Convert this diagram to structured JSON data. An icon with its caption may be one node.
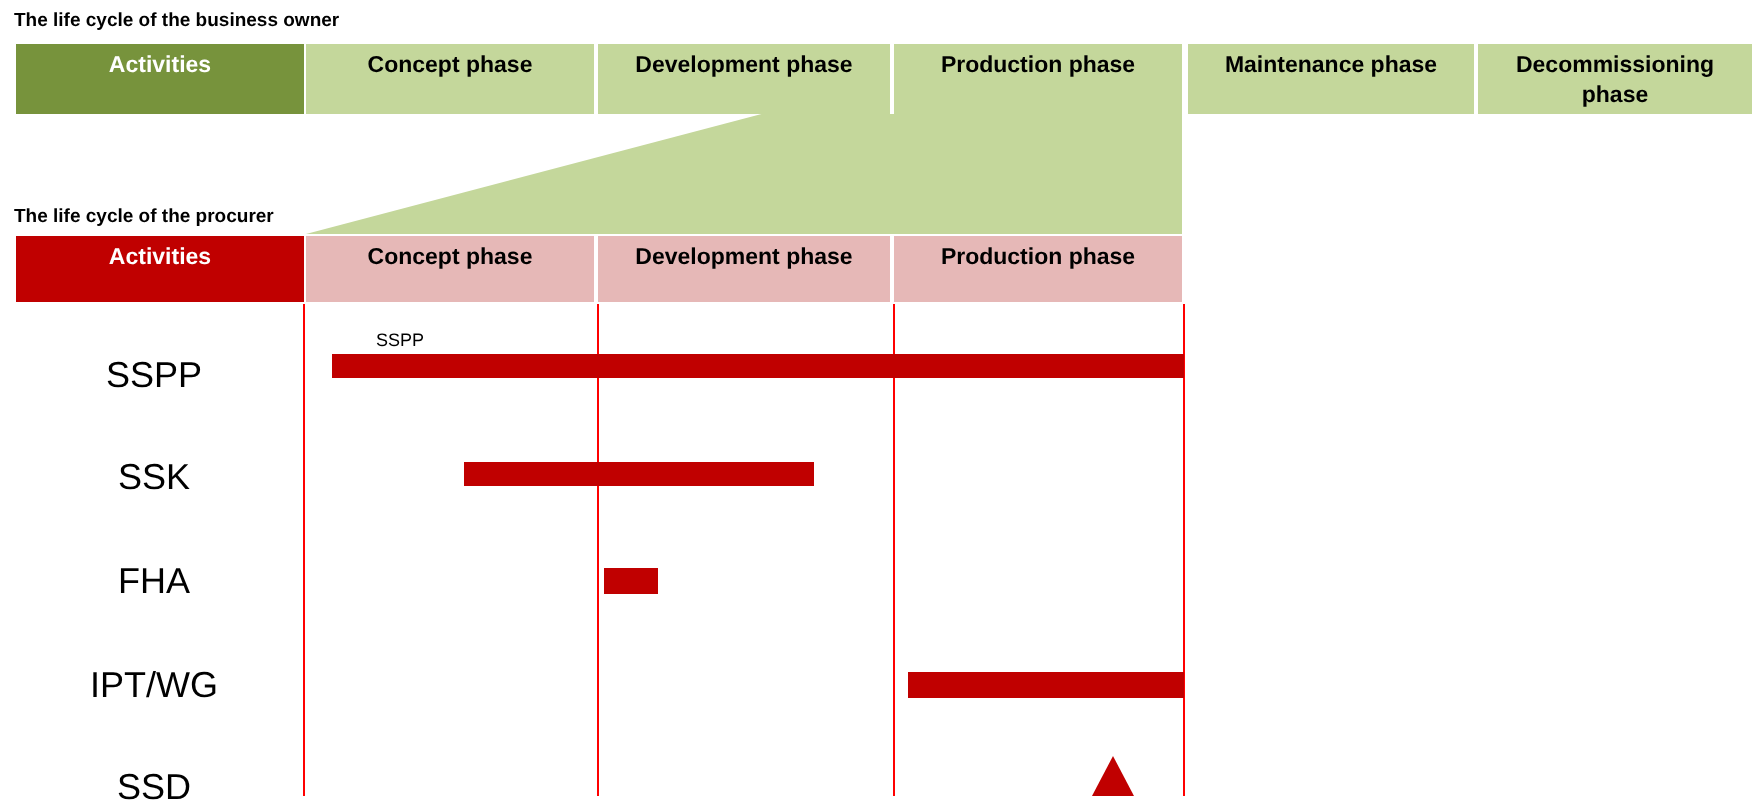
{
  "diagram": {
    "nodes": [
      {
        "text": [
          "Activities"
        ]
      },
      {
        "text": [
          "Concept phase"
        ]
      },
      {
        "text": [
          "Development phase"
        ]
      },
      {
        "text": [
          "Production phase"
        ]
      },
      {
        "text": [
          "Maintenance phase"
        ]
      },
      {
        "text": [
          "Decommissioning phase"
        ]
      },
      {
        "text": [],
        "shape": "wedge"
      },
      {
        "text": [
          "Activities"
        ]
      },
      {
        "text": [
          "Concept phase"
        ]
      },
      {
        "text": [
          "Development phase"
        ]
      },
      {
        "text": [
          "Production phase"
        ]
      },
      {
        "text": [],
        "shape": "bar"
      },
      {
        "text": [],
        "shape": "bar"
      },
      {
        "text": [],
        "shape": "bar"
      },
      {
        "text": [],
        "shape": "bar"
      },
      {
        "text": [],
        "shape": "triangle"
      }
    ],
    "edges": [],
    "labels": [
      "The life cycle of the business owner",
      "The life cycle of the procurer",
      "SSPP",
      "SSPP",
      "SSK",
      "FHA",
      "IPT/WG",
      "SSD"
    ]
  }
}
